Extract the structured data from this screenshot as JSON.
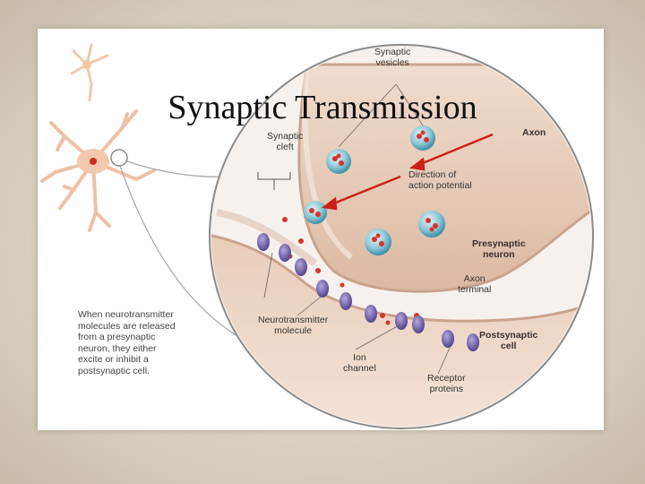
{
  "title": "Synaptic Transmission",
  "caption": "When neurotransmitter\nmolecules are released\nfrom a presynaptic\nneuron, they either\nexcite or inhibit a\npostsynaptic cell.",
  "labels": {
    "synaptic_vesicles": "Synaptic\nvesicles",
    "axon": "Axon",
    "synaptic_cleft": "Synaptic\ncleft",
    "direction": "Direction of\naction potential",
    "presynaptic": "Presynaptic\nneuron",
    "axon_terminal": "Axon\nterminal",
    "neurotransmitter": "Neurotransmitter\nmolecule",
    "postsynaptic": "Postsynaptic\ncell",
    "ion_channel": "Ion\nchannel",
    "receptor": "Receptor\nproteins"
  },
  "colors": {
    "membrane": "#e8c9b6",
    "membrane_dark": "#c9a38e",
    "vesicle": "#6fb6cc",
    "molecule": "#d9342b",
    "channel": "#6b5aa6",
    "arrow": "#cc1f1a"
  }
}
